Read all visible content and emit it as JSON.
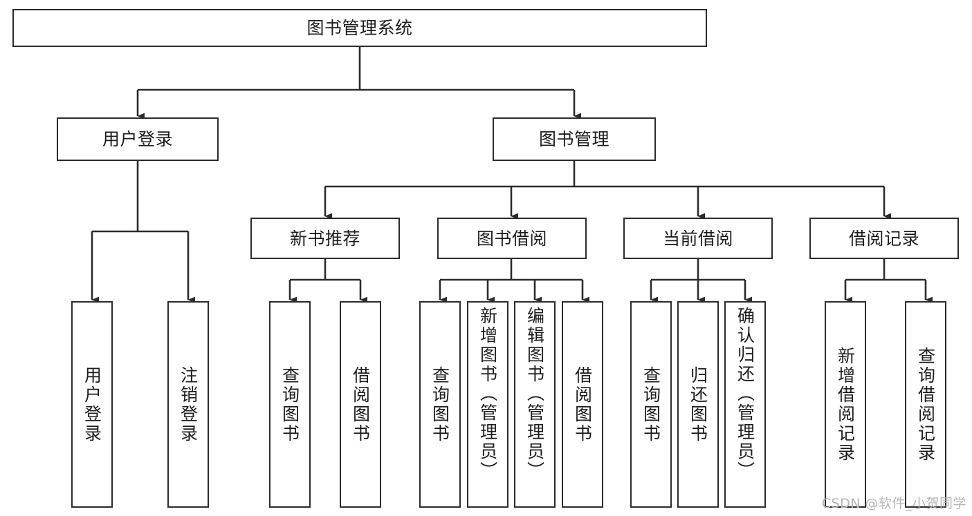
{
  "diagram": {
    "title": "图书管理系统",
    "type": "tree",
    "root": {
      "label": "图书管理系统"
    },
    "level2": [
      {
        "id": "user-login",
        "label": "用户登录"
      },
      {
        "id": "book-management",
        "label": "图书管理"
      }
    ],
    "level3": [
      {
        "id": "new-book-recommend",
        "label": "新书推荐",
        "parent": "book-management"
      },
      {
        "id": "book-borrow",
        "label": "图书借阅",
        "parent": "book-management"
      },
      {
        "id": "current-borrow",
        "label": "当前借阅",
        "parent": "book-management"
      },
      {
        "id": "borrow-record",
        "label": "借阅记录",
        "parent": "book-management"
      }
    ],
    "leaves": [
      {
        "id": "leaf-user-login",
        "label": "用户登录",
        "parent": "user-login"
      },
      {
        "id": "leaf-logout-login",
        "label": "注销登录",
        "parent": "user-login"
      },
      {
        "id": "leaf-query-book-1",
        "label": "查询图书",
        "parent": "new-book-recommend"
      },
      {
        "id": "leaf-borrow-book-1",
        "label": "借阅图书",
        "parent": "new-book-recommend"
      },
      {
        "id": "leaf-query-book-2",
        "label": "查询图书",
        "parent": "book-borrow"
      },
      {
        "id": "leaf-add-book",
        "label": "新增图书（管理员）",
        "parent": "book-borrow"
      },
      {
        "id": "leaf-edit-book",
        "label": "编辑图书（管理员）",
        "parent": "book-borrow"
      },
      {
        "id": "leaf-borrow-book-2",
        "label": "借阅图书",
        "parent": "book-borrow"
      },
      {
        "id": "leaf-query-book-3",
        "label": "查询图书",
        "parent": "current-borrow"
      },
      {
        "id": "leaf-return-book",
        "label": "归还图书",
        "parent": "current-borrow"
      },
      {
        "id": "leaf-confirm-return",
        "label": "确认归还（管理员）",
        "parent": "current-borrow"
      },
      {
        "id": "leaf-add-record",
        "label": "新增借阅记录",
        "parent": "borrow-record"
      },
      {
        "id": "leaf-query-record",
        "label": "查询借阅记录",
        "parent": "borrow-record"
      }
    ],
    "colors": {
      "stroke": "#2b2b2b",
      "box_fill": "#ffffff",
      "text": "#1c1c1c",
      "background": "#ffffff",
      "watermark": "#b4b4b4"
    }
  },
  "watermark": {
    "text": "CSDN @软件_小贺同学"
  }
}
